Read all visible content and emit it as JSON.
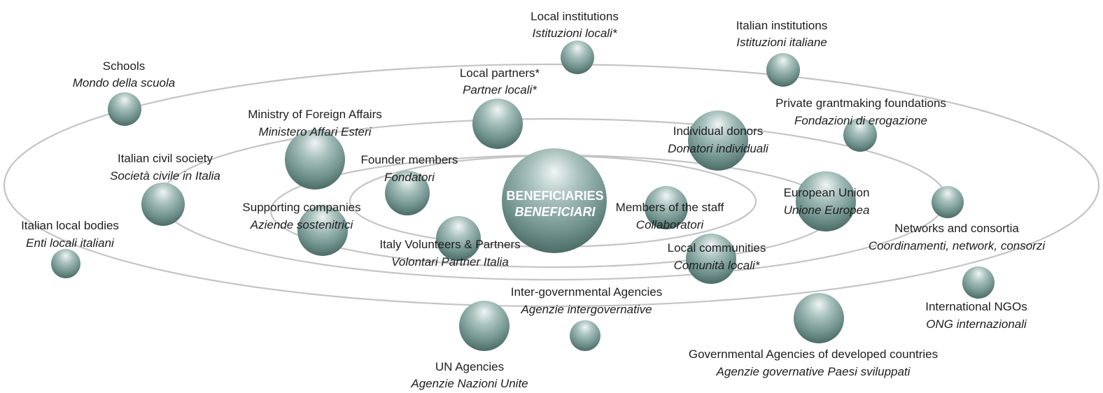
{
  "center": {
    "en": "BENEFICIARIES",
    "it": "BENEFICIARI"
  },
  "stakeholders": [
    {
      "id": "local-institutions",
      "en": "Local institutions",
      "it": "Istituzioni locali*"
    },
    {
      "id": "italian-institutions",
      "en": "Italian institutions",
      "it": "Istituzioni italiane"
    },
    {
      "id": "schools",
      "en": "Schools",
      "it": "Mondo della scuola"
    },
    {
      "id": "local-partners",
      "en": "Local partners*",
      "it": "Partner locali*"
    },
    {
      "id": "private-foundations",
      "en": "Private grantmaking foundations",
      "it": "Fondazioni di erogazione"
    },
    {
      "id": "ministry-foreign-affairs",
      "en": "Ministry of Foreign Affairs",
      "it": "Ministero Affari Esteri"
    },
    {
      "id": "individual-donors",
      "en": "Individual donors",
      "it": "Donatori individuali"
    },
    {
      "id": "italian-civil-society",
      "en": "Italian civil society",
      "it": "Società civile in Italia"
    },
    {
      "id": "founder-members",
      "en": "Founder members",
      "it": "Fondatori"
    },
    {
      "id": "european-union",
      "en": "European Union",
      "it": "Unione Europea"
    },
    {
      "id": "supporting-companies",
      "en": "Supporting companies",
      "it": "Aziende sostenitrici"
    },
    {
      "id": "members-of-staff",
      "en": "Members of the staff",
      "it": "Collaboratori"
    },
    {
      "id": "italian-local-bodies",
      "en": "Italian local bodies",
      "it": "Enti locali italiani"
    },
    {
      "id": "networks-consortia",
      "en": "Networks and consortia",
      "it": "Coordinamenti, network, consorzi"
    },
    {
      "id": "italy-volunteers",
      "en": "Italy Volunteers & Partners",
      "it": "Volontari Partner Italia"
    },
    {
      "id": "local-communities",
      "en": "Local communities",
      "it": "Comunità locali*"
    },
    {
      "id": "inter-governmental-agencies",
      "en": "Inter-governmental Agencies",
      "it": "Agenzie intergovernative"
    },
    {
      "id": "international-ngos",
      "en": "International NGOs",
      "it": "ONG internazionali"
    },
    {
      "id": "governmental-agencies",
      "en": "Governmental Agencies of developed countries",
      "it": "Agenzie governative Paesi sviluppati"
    },
    {
      "id": "un-agencies",
      "en": "UN Agencies",
      "it": "Agenzie Nazioni Unite"
    }
  ]
}
